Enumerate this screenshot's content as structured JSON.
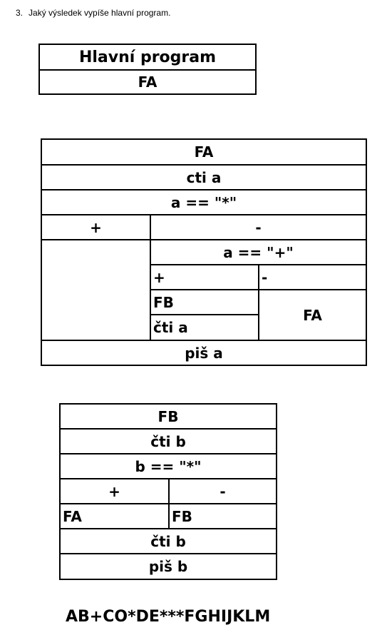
{
  "question": {
    "number": "3.",
    "text": "Jaký výsledek vypíše hlavní program."
  },
  "main_program": {
    "title": "Hlavní program",
    "call": "FA"
  },
  "fa": {
    "title": "FA",
    "read": "cti a",
    "condition": "a == \"*\"",
    "plus": "+",
    "minus": "-",
    "inner_condition": "a == \"+\"",
    "inner_plus": "+",
    "inner_minus": "-",
    "call_fb": "FB",
    "read_again": "čti a",
    "call_fa": "FA",
    "write": "piš a"
  },
  "fb": {
    "title": "FB",
    "read": "čti b",
    "condition": "b == \"*\"",
    "plus": "+",
    "minus": "-",
    "call_fa": "FA",
    "call_fb": "FB",
    "read_again": "čti b",
    "write": "piš b"
  },
  "answer": "AB+CO*DE***FGHIJKLM"
}
